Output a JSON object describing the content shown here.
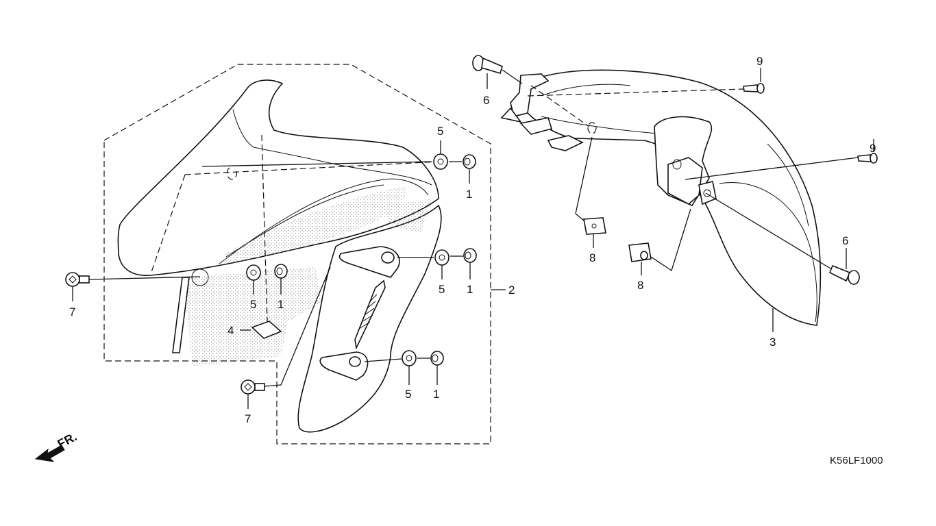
{
  "diagram_code": "K56LF1000",
  "front_marker": "FR.",
  "callouts": {
    "c1a": "1",
    "c1b": "1",
    "c1c": "1",
    "c1d": "1",
    "c2": "2",
    "c3": "3",
    "c4": "4",
    "c5a": "5",
    "c5b": "5",
    "c5c": "5",
    "c5d": "5",
    "c6a": "6",
    "c6b": "6",
    "c7a": "7",
    "c7b": "7",
    "c8a": "8",
    "c8b": "8",
    "c9a": "9",
    "c9b": "9"
  },
  "icons": [
    "front-direction-arrow-icon"
  ]
}
